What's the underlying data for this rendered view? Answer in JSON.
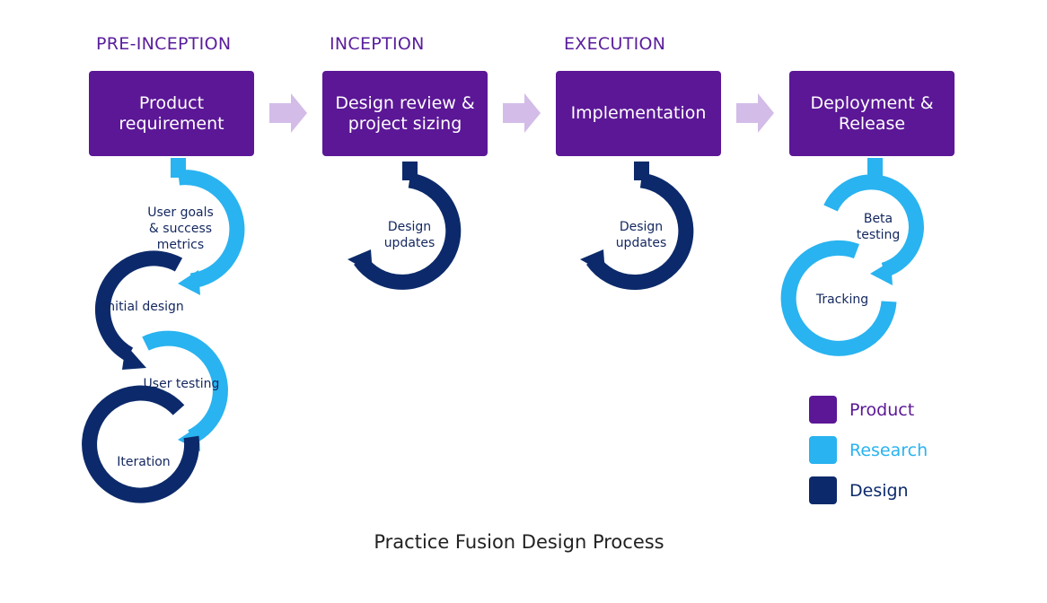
{
  "colors": {
    "product": "#5b1796",
    "research": "#29b3f0",
    "design": "#0c2a6b",
    "arrow": "#d3bce8",
    "phase_text": "#5a1d9c"
  },
  "phases": [
    {
      "label": "PRE-INCEPTION",
      "box": "Product\nrequirement"
    },
    {
      "label": "INCEPTION",
      "box": "Design review &\nproject sizing"
    },
    {
      "label": "EXECUTION",
      "box": "Implementation"
    },
    {
      "label": "",
      "box": "Deployment &\nRelease"
    }
  ],
  "cycles": {
    "user_goals": "User goals\n& success\nmetrics",
    "initial_design": "Initial design",
    "user_testing": "User testing",
    "iteration": "Iteration",
    "inception_updates": "Design\nupdates",
    "execution_updates": "Design\nupdates",
    "beta_testing": "Beta\ntesting",
    "tracking": "Tracking"
  },
  "legend": [
    {
      "label": "Product",
      "color": "#5b1796"
    },
    {
      "label": "Research",
      "color": "#29b3f0"
    },
    {
      "label": "Design",
      "color": "#0c2a6b"
    }
  ],
  "caption": "Practice Fusion Design Process"
}
